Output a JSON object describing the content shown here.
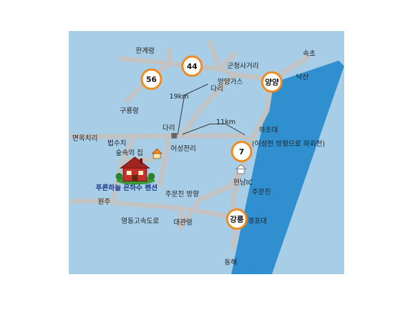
{
  "colors": {
    "land": "#a8cde6",
    "road": "#c3c3c3",
    "sea": "#2f8fcf",
    "badge_ring": "#f08a1c",
    "badge_fill": "#ffffff",
    "leader": "#333333",
    "pension_label": "#1f3a8a"
  },
  "road_badges": {
    "r56": "56",
    "r44": "44",
    "yangyang": "양양",
    "r7": "7",
    "gangneung": "강릉"
  },
  "labels": {
    "hangyeryeong": "한계령",
    "gunchung": "군청사거리",
    "sokcho": "속초",
    "naksan": "낙산",
    "yangyang_gas": "양양가스",
    "dari_top": "다리",
    "guryongryeong": "구룡령",
    "dist_19km": "19km",
    "dist_11km": "11km",
    "dari_mid": "다리",
    "hajodae": "하조대",
    "direction_note": "(어성전 방향으로 좌회전)",
    "myeonokchi": "면옥치리",
    "beopsuchi": "법수치",
    "house": "숲속의 집",
    "eoseongjeon": "어성전리",
    "hyeonnam_ic": "현남IC",
    "jumunjin": "주문진",
    "jumunjin_dir": "주문진 방향",
    "pension": "푸른하늘 은하수 펜션",
    "wonju": "원주",
    "yeongdong": "영동고속도로",
    "daegwallyeong": "대관령",
    "gyeongpodae": "경포대",
    "donghae": "동해"
  }
}
